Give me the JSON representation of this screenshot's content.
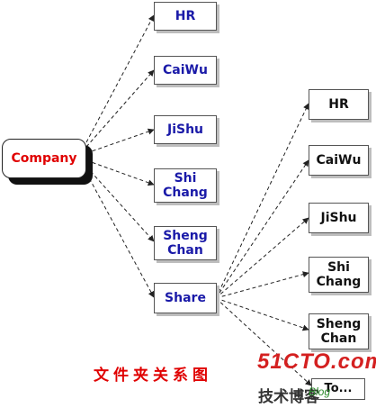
{
  "root": {
    "label": "Company"
  },
  "level1": [
    {
      "label": "HR"
    },
    {
      "label": "CaiWu"
    },
    {
      "label": "JiShu"
    },
    {
      "label": "Shi\nChang"
    },
    {
      "label": "Sheng\nChan"
    },
    {
      "label": "Share"
    }
  ],
  "share_children": [
    {
      "label": "HR"
    },
    {
      "label": "CaiWu"
    },
    {
      "label": "JiShu"
    },
    {
      "label": "Shi\nChang"
    },
    {
      "label": "Sheng\nChan"
    },
    {
      "label": "To..."
    }
  ],
  "caption": "文件夹关系图",
  "watermark": {
    "site": "51CTO.com",
    "blog_text": "技术博客",
    "blog_suffix": "Blog"
  },
  "colors": {
    "root_text": "#e00000",
    "level1_text": "#1a1aa8",
    "share_children_text": "#111111",
    "caption": "#e00000",
    "edge": "#222222"
  }
}
